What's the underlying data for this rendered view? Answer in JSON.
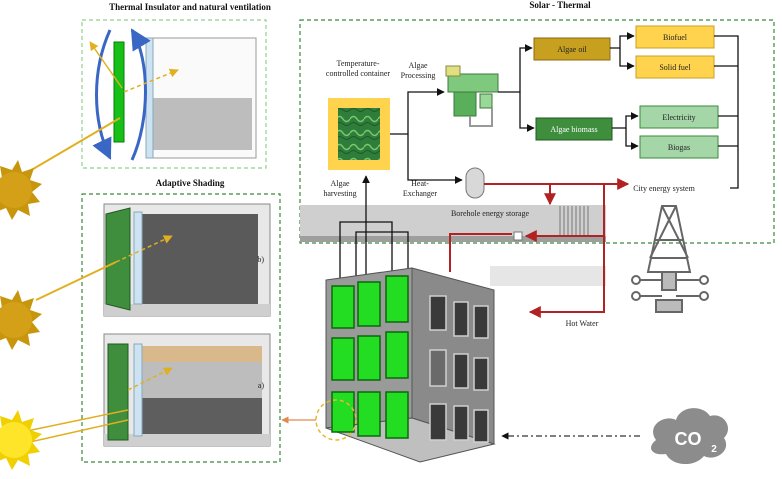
{
  "titles": {
    "solar_thermal": "Solar - Thermal",
    "adaptive_shading": "Adaptive Shading",
    "thermal_insulator": "Thermal Insulator and natural ventilation"
  },
  "labels": {
    "temp_container_1": "Temperature-",
    "temp_container_2": "controlled container",
    "algae_processing_1": "Algae",
    "algae_processing_2": "Processing",
    "algae_harvesting_1": "Algae",
    "algae_harvesting_2": "harvesting",
    "heat_exchanger_1": "Heat-",
    "heat_exchanger_2": "Exchanger",
    "borehole": "Borehole energy storage",
    "city_energy": "City energy system",
    "hot_water": "Hot Water",
    "algae_oil": "Algae oil",
    "algae_biomass": "Algae biomass",
    "biofuel": "Biofuel",
    "solid_fuel": "Solid fuel",
    "electricity": "Electricity",
    "biogas": "Biogas",
    "panel_a": "a)",
    "panel_b": "b)",
    "co2": "CO",
    "co2_sub": "2"
  },
  "colors": {
    "algae_green": "#22dd22",
    "dark_green": "#2e7d32",
    "gold": "#c8a020",
    "sun_yellow": "#f5d800",
    "sun_gold": "#c8960c",
    "pipe_red": "#b22222",
    "dash_green": "#4a9a4a",
    "dash_light": "#8fd08f",
    "blue_arrow": "#3a66c4",
    "box_yellow": "#ffd34d"
  }
}
